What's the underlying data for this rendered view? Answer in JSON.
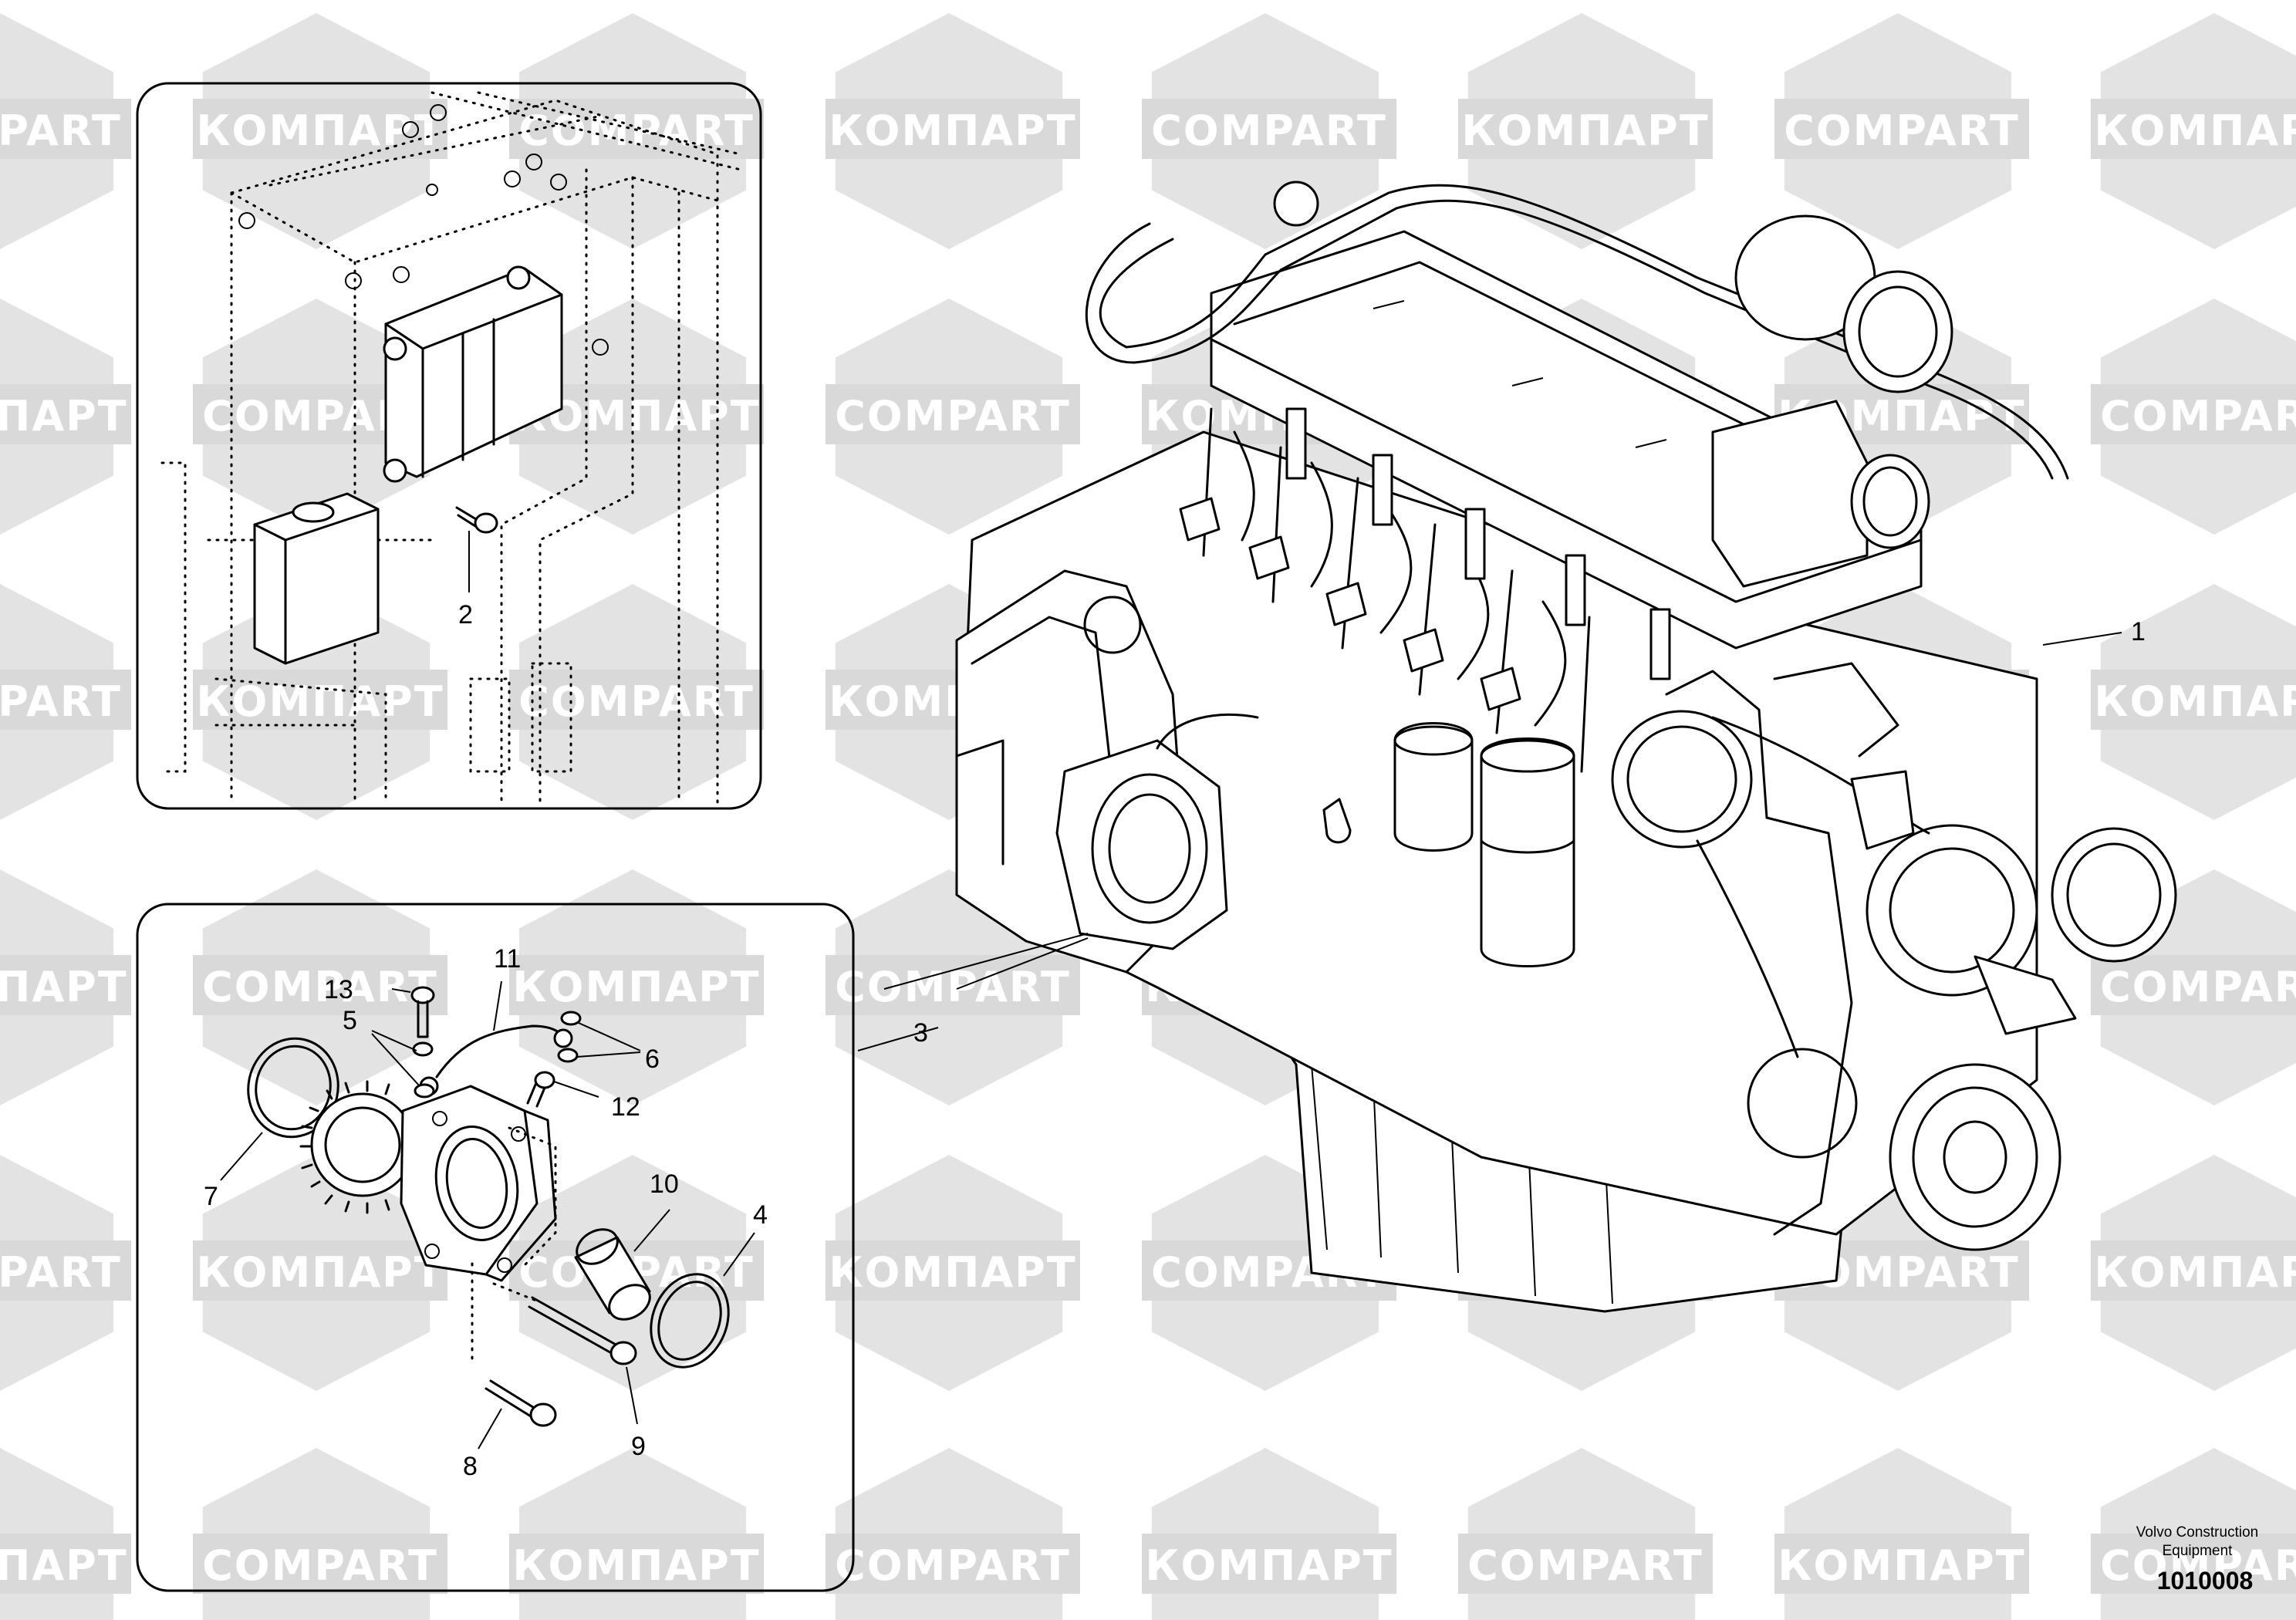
{
  "watermark": {
    "brand_latin": "COMPART",
    "brand_cyrillic": "КОМПАРТ",
    "color": "#d9d9d9"
  },
  "callouts": [
    {
      "id": "1",
      "text": "1"
    },
    {
      "id": "2",
      "text": "2"
    },
    {
      "id": "3",
      "text": "3"
    },
    {
      "id": "4",
      "text": "4"
    },
    {
      "id": "5",
      "text": "5"
    },
    {
      "id": "6",
      "text": "6"
    },
    {
      "id": "7",
      "text": "7"
    },
    {
      "id": "8",
      "text": "8"
    },
    {
      "id": "9",
      "text": "9"
    },
    {
      "id": "10",
      "text": "10"
    },
    {
      "id": "11",
      "text": "11"
    },
    {
      "id": "12",
      "text": "12"
    },
    {
      "id": "13",
      "text": "13"
    }
  ],
  "footer": {
    "company_line1": "Volvo Construction",
    "company_line2": "Equipment",
    "drawing_number": "1010008"
  }
}
